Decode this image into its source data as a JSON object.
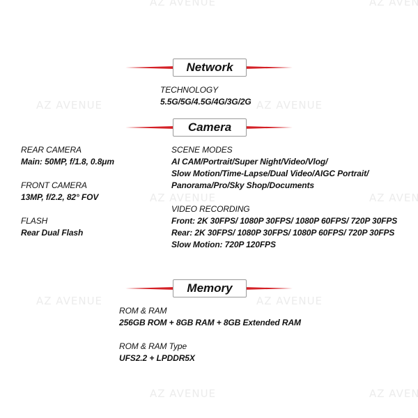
{
  "watermark": "AZ AVENUE",
  "colors": {
    "accent": "#d42026",
    "text": "#111111",
    "watermark": "#ececec"
  },
  "network": {
    "title": "Network",
    "technology_label": "TECHNOLOGY",
    "technology_value": "5.5G/5G/4.5G/4G/3G/2G"
  },
  "camera": {
    "title": "Camera",
    "rear_label": "REAR CAMERA",
    "rear_value": "Main: 50MP, f/1.8, 0.8μm",
    "front_label": "FRONT CAMERA",
    "front_value": "13MP, f/2.2, 82° FOV",
    "flash_label": "FLASH",
    "flash_value": "Rear Dual Flash",
    "scene_label": "SCENE MODES",
    "scene_lines": [
      "AI CAM/Portrait/Super Night/Video/Vlog/",
      "Slow Motion/Time-Lapse/Dual Video/AIGC Portrait/",
      "Panorama/Pro/Sky Shop/Documents"
    ],
    "video_label": "VIDEO RECORDING",
    "video_lines": [
      "Front: 2K 30FPS/ 1080P 30FPS/ 1080P 60FPS/ 720P 30FPS",
      "Rear: 2K 30FPS/ 1080P 30FPS/ 1080P 60FPS/ 720P 30FPS",
      "Slow Motion: 720P 120FPS"
    ]
  },
  "memory": {
    "title": "Memory",
    "rom_label": "ROM & RAM",
    "rom_value": "256GB ROM + 8GB RAM + 8GB Extended RAM",
    "type_label": "ROM & RAM Type",
    "type_value": "UFS2.2 + LPDDR5X"
  }
}
